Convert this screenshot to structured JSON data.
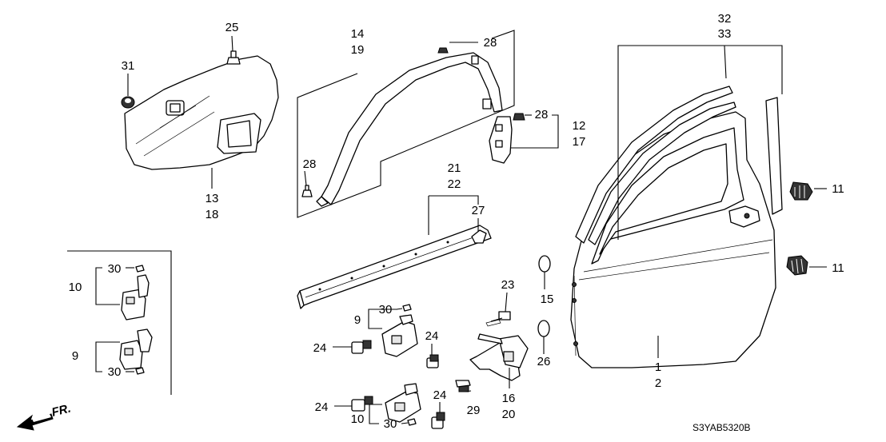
{
  "callouts": {
    "c1": "1",
    "c2": "2",
    "c9a": "9",
    "c9b": "9",
    "c10a": "10",
    "c10b": "10",
    "c11a": "11",
    "c11b": "11",
    "c12": "12",
    "c13": "13",
    "c14": "14",
    "c15": "15",
    "c16": "16",
    "c17": "17",
    "c18": "18",
    "c19": "19",
    "c20": "20",
    "c21": "21",
    "c22": "22",
    "c23": "23",
    "c24a": "24",
    "c24b": "24",
    "c24c": "24",
    "c24d": "24",
    "c25": "25",
    "c26": "26",
    "c27": "27",
    "c28a": "28",
    "c28b": "28",
    "c28c": "28",
    "c29": "29",
    "c30a": "30",
    "c30b": "30",
    "c30c": "30",
    "c30d": "30",
    "c31": "31",
    "c32": "32",
    "c33": "33"
  },
  "direction_label": "FR.",
  "diagram_code": "S3YAB5320B"
}
